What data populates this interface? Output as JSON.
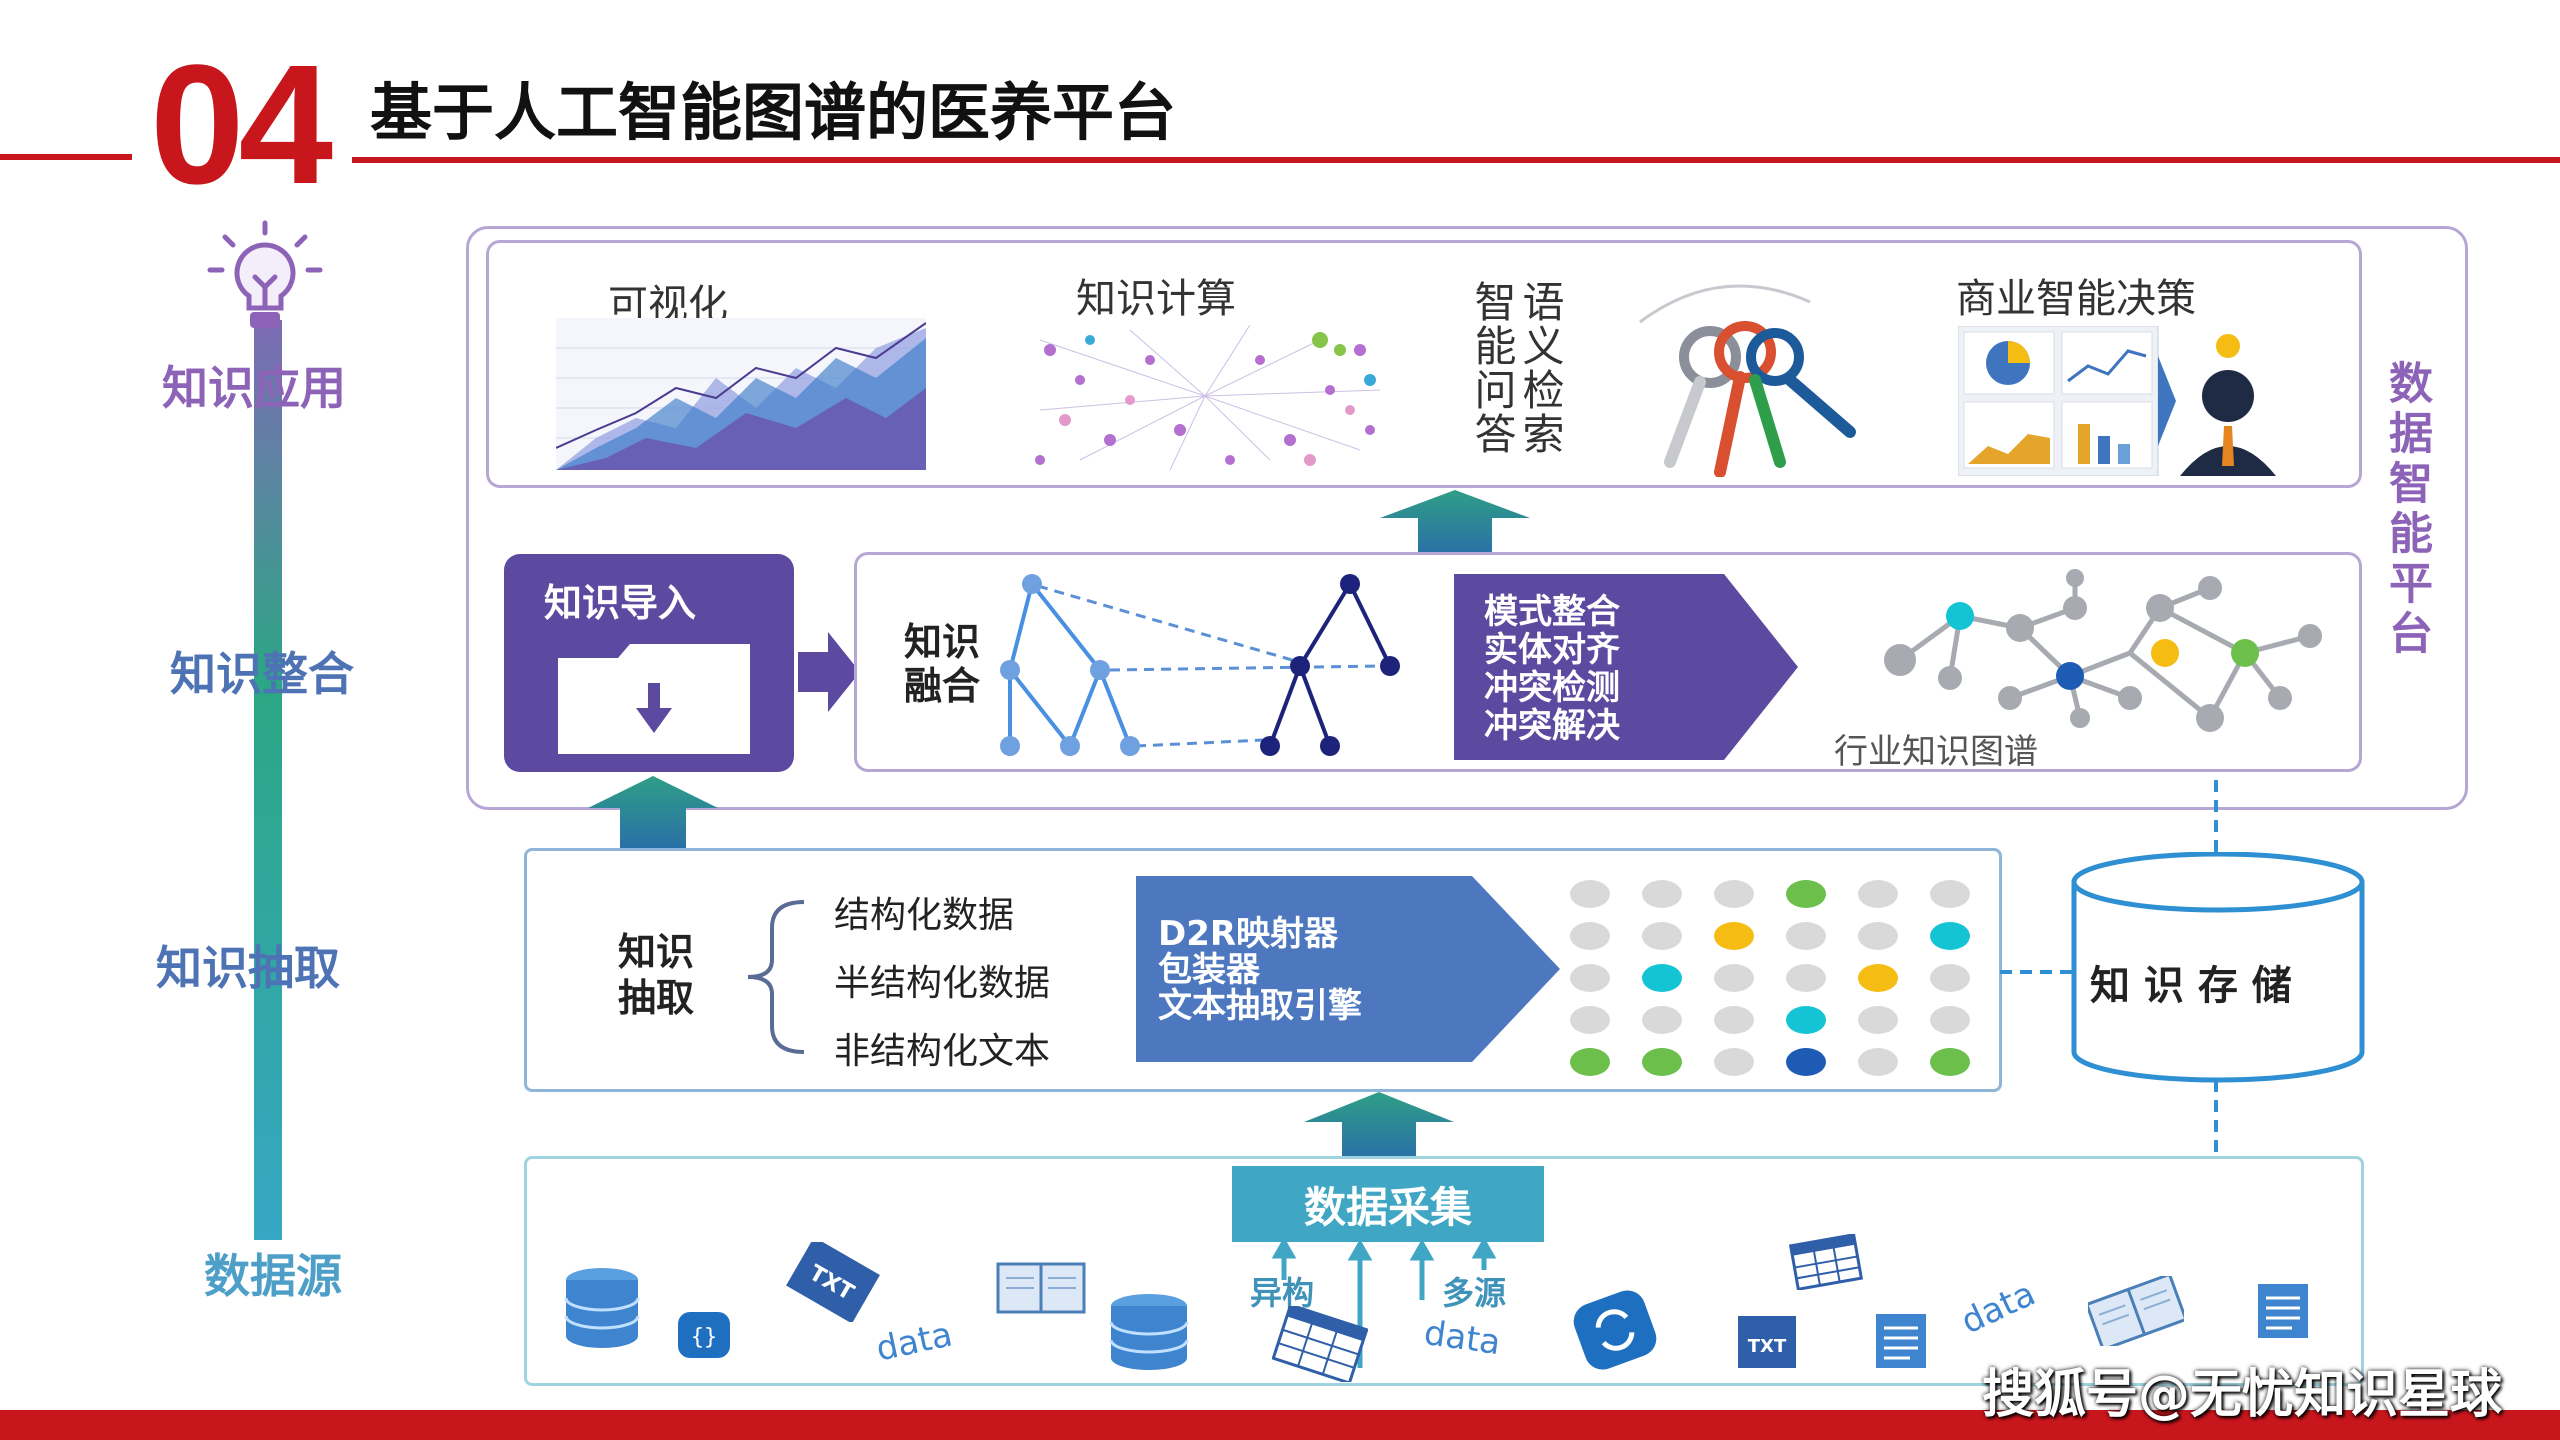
{
  "header": {
    "number": "04",
    "title": "基于人工智能图谱的医养平台"
  },
  "left_axis": {
    "labels": [
      "知识应用",
      "知识整合",
      "知识抽取",
      "数据源"
    ]
  },
  "platform": {
    "vertical_label": "数据智能平台"
  },
  "app_row": {
    "items": [
      "可视化",
      "知识计算",
      "语义检索",
      "智能问答",
      "商业智能决策"
    ]
  },
  "integration_row": {
    "import_label": "知识导入",
    "fusion_label_1": "知识",
    "fusion_label_2": "融合",
    "steps": [
      "模式整合",
      "实体对齐",
      "冲突检测",
      "冲突解决"
    ],
    "graph_caption": "行业知识图谱"
  },
  "extraction_row": {
    "label_1": "知识",
    "label_2": "抽取",
    "inputs": [
      "结构化数据",
      "半结构化数据",
      "非结构化文本"
    ],
    "tools": [
      "D2R映射器",
      "包装器",
      "文本抽取引擎"
    ]
  },
  "storage": {
    "label": "知 识 存 储"
  },
  "source_row": {
    "collect_label": "数据采集",
    "hetero_label": "异构",
    "multi_label": "多源",
    "icon_texts": [
      "data",
      "data",
      "data",
      "TXT",
      "TXT"
    ]
  },
  "watermark": "搜狐号@无忧知识星球",
  "colors": {
    "brand_red": "#c8161d",
    "purple": "#5b4a9f",
    "label_blue": "#4e73b4",
    "vertical_purple": "#8d63b8",
    "arrow_blue": "#4d78c0",
    "green": "#6cbf4a",
    "cyan": "#14c4d4",
    "yellow": "#f5bd14",
    "navy": "#1e5bb5"
  }
}
